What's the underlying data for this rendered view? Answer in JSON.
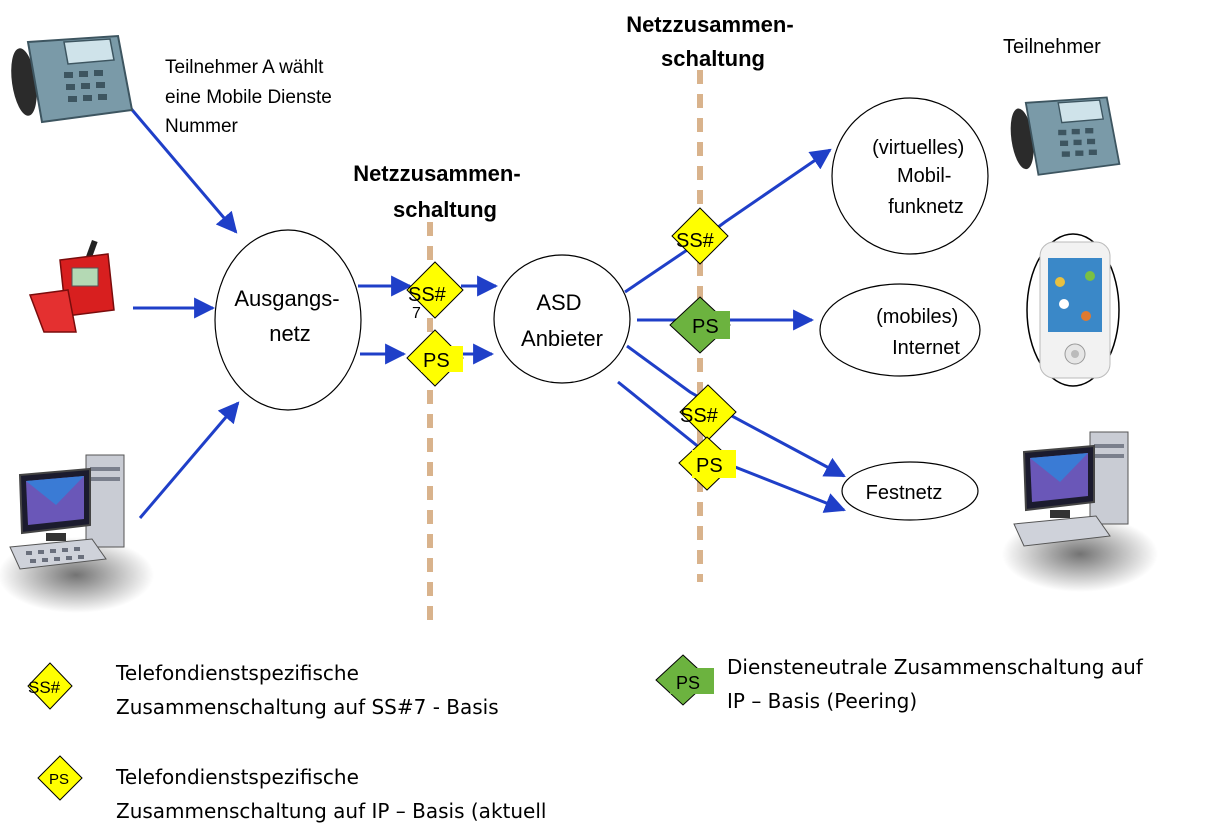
{
  "labels": {
    "subscriber_a": [
      "Teilnehmer A wählt",
      "eine Mobile Dienste",
      "Nummer"
    ],
    "interconnect_1": [
      "Netzzusammen-",
      "schaltung"
    ],
    "interconnect_2": [
      "Netzzusammen-",
      "schaltung"
    ],
    "subscriber": "Teilnehmer"
  },
  "nodes": {
    "ausgangsnetz": [
      "Ausgangs-",
      "netz"
    ],
    "asd": [
      "ASD",
      "Anbieter"
    ],
    "mobilfunk": [
      "(virtuelles)",
      "Mobil-",
      "funknetz"
    ],
    "internet": [
      "(mobiles)",
      "Internet"
    ],
    "festnetz": "Festnetz"
  },
  "badges": {
    "ss7": "SS#",
    "ss7_overflow": "7",
    "ps": "PS"
  },
  "legend": {
    "ss7": [
      "Telefondienstspezifische",
      "Zusammenschaltung auf SS#7 - Basis"
    ],
    "ps_ip": [
      "Telefondienstspezifische",
      "Zusammenschaltung auf IP – Basis (aktuell"
    ],
    "ps_peering": [
      "Diensteneutrale Zusammenschaltung auf",
      "IP – Basis (Peering)"
    ]
  },
  "colors": {
    "arrow": "#1f3fc8",
    "dashed_line": "#d9b38c",
    "badge_yellow": "#ffff00",
    "badge_green": "#6cb33f"
  },
  "icons": [
    "desk-phone-icon",
    "mobile-phone-icon",
    "computer-icon",
    "smartphone-icon"
  ]
}
